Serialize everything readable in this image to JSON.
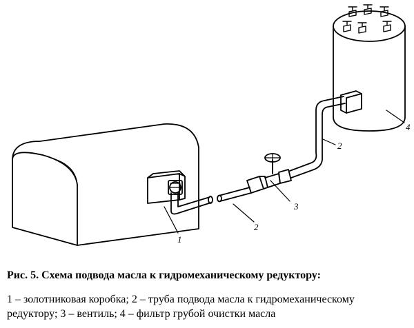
{
  "labels": {
    "valve_box": "1",
    "pipe_lower": "2",
    "valve": "3",
    "pipe_upper": "2",
    "filter": "4"
  },
  "caption": {
    "title": "Рис. 5. Схема подвода масла к гидромеханическому редуктору:",
    "legend_line1": "1 – золотниковая коробка; 2 – труба подвода масла к гидромеханическому",
    "legend_line2": "редуктору; 3 – вентиль; 4 – фильтр грубой очистки масла"
  }
}
